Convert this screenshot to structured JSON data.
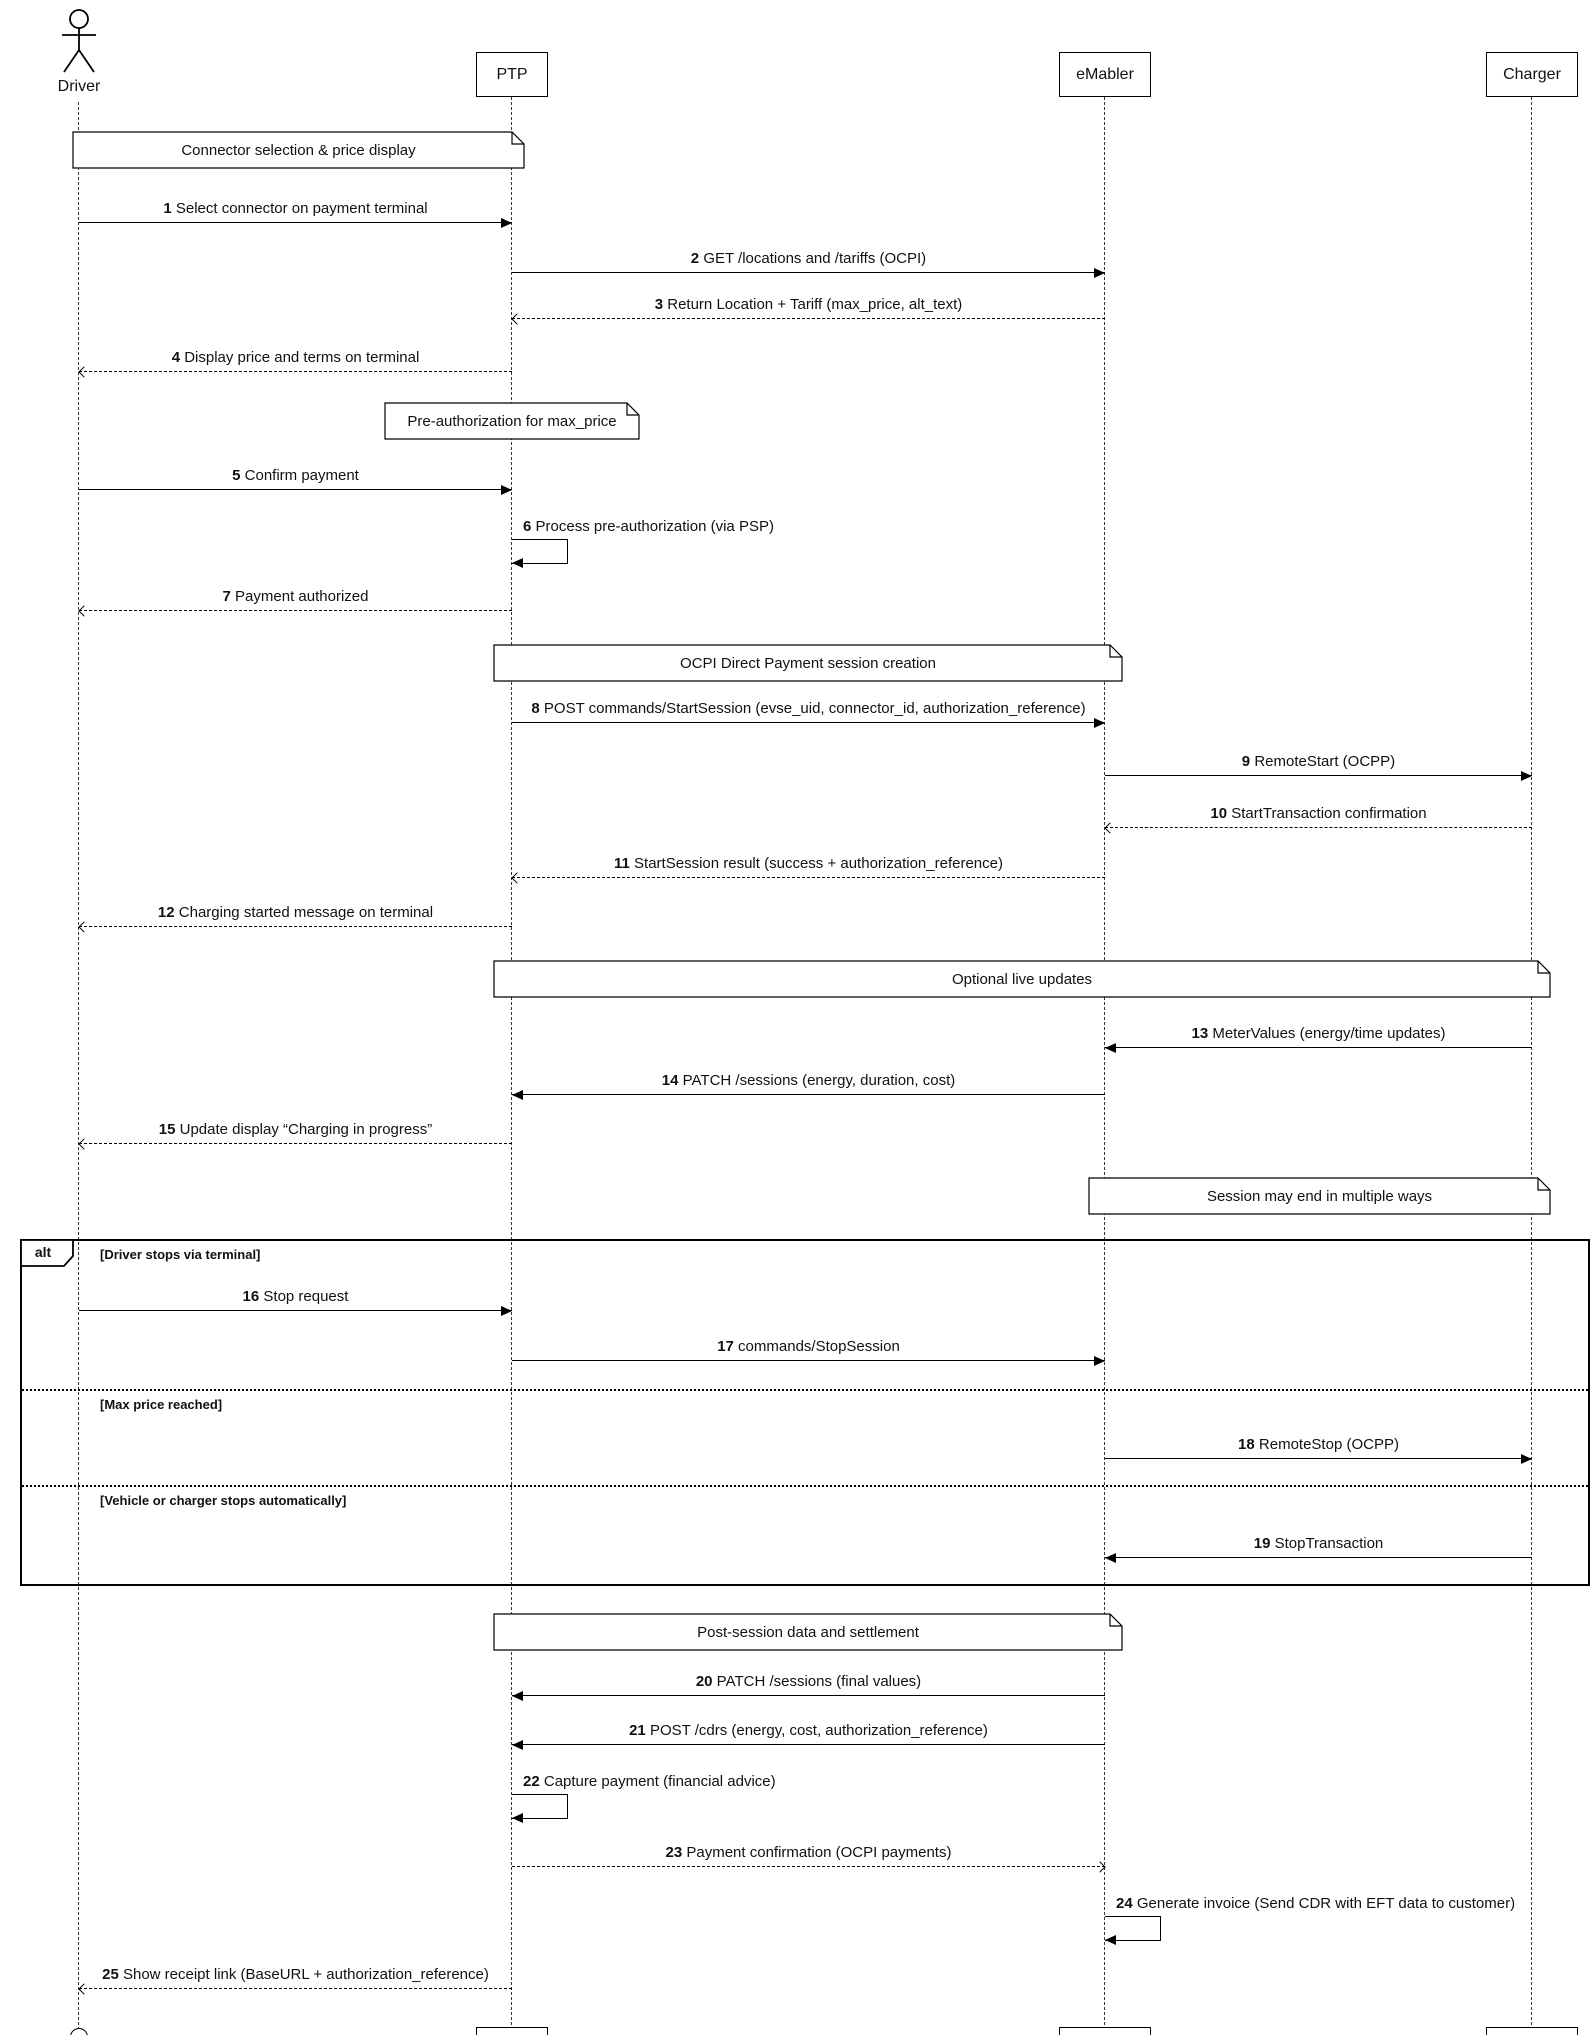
{
  "colors": {
    "background": "#ffffff",
    "line": "#000000"
  },
  "participants": [
    {
      "name": "Driver",
      "type": "actor"
    },
    {
      "name": "PTP",
      "type": "participant"
    },
    {
      "name": "eMabler",
      "type": "participant"
    },
    {
      "name": "Charger",
      "type": "participant"
    }
  ],
  "notes": [
    {
      "text": "Connector selection & price display",
      "over": "Driver, PTP"
    },
    {
      "text": "Pre-authorization for max_price",
      "over": "PTP"
    },
    {
      "text": "OCPI Direct Payment session creation",
      "over": "PTP, eMabler"
    },
    {
      "text": "Optional live updates",
      "over": "PTP, Charger"
    },
    {
      "text": "Session may end in multiple ways",
      "over": "eMabler, Charger"
    },
    {
      "text": "Post-session data and settlement",
      "over": "PTP, eMabler"
    }
  ],
  "fragment": {
    "label": "alt",
    "guards": [
      "[Driver stops via terminal]",
      "[Max price reached]",
      "[Vehicle or charger stops automatically]"
    ]
  },
  "messages": [
    {
      "num": "1",
      "text": "Select connector on payment terminal",
      "from": "Driver",
      "to": "PTP",
      "style": "solid"
    },
    {
      "num": "2",
      "text": "GET /locations and /tariffs (OCPI)",
      "from": "PTP",
      "to": "eMabler",
      "style": "solid"
    },
    {
      "num": "3",
      "text": "Return Location + Tariff (max_price, alt_text)",
      "from": "eMabler",
      "to": "PTP",
      "style": "dashed"
    },
    {
      "num": "4",
      "text": "Display price and terms on terminal",
      "from": "PTP",
      "to": "Driver",
      "style": "dashed"
    },
    {
      "num": "5",
      "text": "Confirm payment",
      "from": "Driver",
      "to": "PTP",
      "style": "solid"
    },
    {
      "num": "6",
      "text": "Process pre-authorization (via PSP)",
      "from": "PTP",
      "to": "PTP",
      "style": "self"
    },
    {
      "num": "7",
      "text": "Payment authorized",
      "from": "PTP",
      "to": "Driver",
      "style": "dashed"
    },
    {
      "num": "8",
      "text": "POST commands/StartSession (evse_uid, connector_id, authorization_reference)",
      "from": "PTP",
      "to": "eMabler",
      "style": "solid"
    },
    {
      "num": "9",
      "text": "RemoteStart (OCPP)",
      "from": "eMabler",
      "to": "Charger",
      "style": "solid"
    },
    {
      "num": "10",
      "text": "StartTransaction confirmation",
      "from": "Charger",
      "to": "eMabler",
      "style": "dashed"
    },
    {
      "num": "11",
      "text": "StartSession result (success + authorization_reference)",
      "from": "eMabler",
      "to": "PTP",
      "style": "dashed"
    },
    {
      "num": "12",
      "text": "Charging started message on terminal",
      "from": "PTP",
      "to": "Driver",
      "style": "dashed"
    },
    {
      "num": "13",
      "text": "MeterValues (energy/time updates)",
      "from": "Charger",
      "to": "eMabler",
      "style": "solid"
    },
    {
      "num": "14",
      "text": "PATCH /sessions (energy, duration, cost)",
      "from": "eMabler",
      "to": "PTP",
      "style": "solid"
    },
    {
      "num": "15",
      "text": "Update display “Charging in progress”",
      "from": "PTP",
      "to": "Driver",
      "style": "dashed"
    },
    {
      "num": "16",
      "text": "Stop request",
      "from": "Driver",
      "to": "PTP",
      "style": "solid"
    },
    {
      "num": "17",
      "text": "commands/StopSession",
      "from": "PTP",
      "to": "eMabler",
      "style": "solid"
    },
    {
      "num": "18",
      "text": "RemoteStop (OCPP)",
      "from": "eMabler",
      "to": "Charger",
      "style": "solid"
    },
    {
      "num": "19",
      "text": "StopTransaction",
      "from": "Charger",
      "to": "eMabler",
      "style": "solid"
    },
    {
      "num": "20",
      "text": "PATCH /sessions (final values)",
      "from": "eMabler",
      "to": "PTP",
      "style": "solid"
    },
    {
      "num": "21",
      "text": "POST /cdrs (energy, cost, authorization_reference)",
      "from": "eMabler",
      "to": "PTP",
      "style": "solid"
    },
    {
      "num": "22",
      "text": "Capture payment (financial advice)",
      "from": "PTP",
      "to": "PTP",
      "style": "self"
    },
    {
      "num": "23",
      "text": "Payment confirmation (OCPI payments)",
      "from": "PTP",
      "to": "eMabler",
      "style": "dashed"
    },
    {
      "num": "24",
      "text": "Generate invoice (Send CDR with EFT data to customer)",
      "from": "eMabler",
      "to": "eMabler",
      "style": "self"
    },
    {
      "num": "25",
      "text": "Show receipt link (BaseURL + authorization_reference)",
      "from": "PTP",
      "to": "Driver",
      "style": "dashed"
    }
  ]
}
